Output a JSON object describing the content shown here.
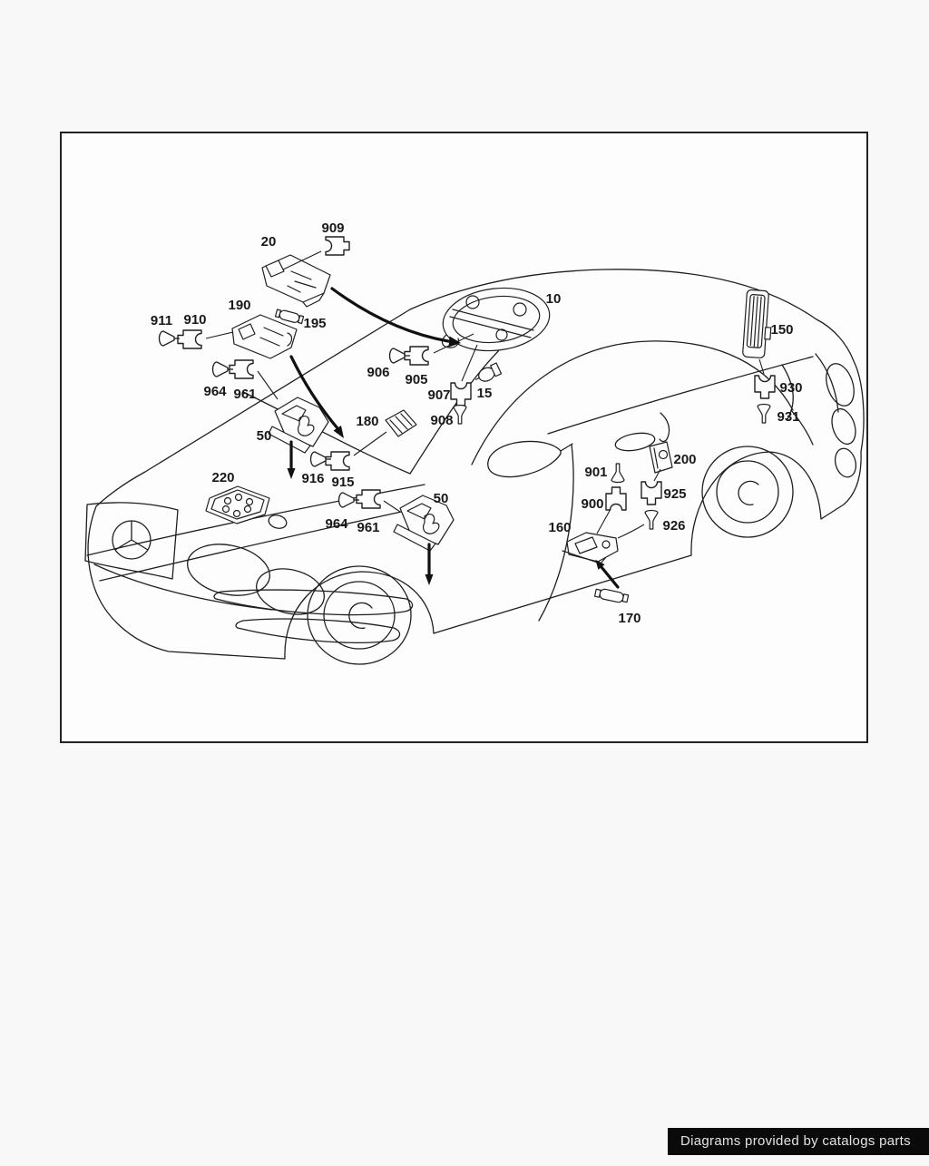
{
  "attribution": {
    "text": "Diagrams provided by catalogs parts"
  },
  "colors": {
    "line": "#1f1f1f",
    "page_bg": "#f8f8f8",
    "frame_bg": "#fdfdfd",
    "bar_bg": "#0a0a0a",
    "bar_text": "#e3e3e3"
  },
  "diagram": {
    "subject": "car-interior-lighting-parts-diagram",
    "callouts": [
      {
        "label": "20",
        "kind": "overhead-lamp-unit"
      },
      {
        "label": "909",
        "kind": "connector"
      },
      {
        "label": "10",
        "kind": "overhead-control-unit"
      },
      {
        "label": "190",
        "kind": "interior-lamp-unit"
      },
      {
        "label": "195",
        "kind": "festoon-bulb"
      },
      {
        "label": "911",
        "kind": "bulb"
      },
      {
        "label": "910",
        "kind": "connector"
      },
      {
        "label": "906",
        "kind": "bulb"
      },
      {
        "label": "905",
        "kind": "connector"
      },
      {
        "label": "964",
        "kind": "bulb"
      },
      {
        "label": "961",
        "kind": "connector"
      },
      {
        "label": "907",
        "kind": "connector"
      },
      {
        "label": "15",
        "kind": "bulb"
      },
      {
        "label": "908",
        "kind": "screw"
      },
      {
        "label": "150",
        "kind": "lamp-lens"
      },
      {
        "label": "930",
        "kind": "connector"
      },
      {
        "label": "931",
        "kind": "screw"
      },
      {
        "label": "50",
        "kind": "lamp-housing"
      },
      {
        "label": "180",
        "kind": "lamp-grille"
      },
      {
        "label": "916",
        "kind": "bulb"
      },
      {
        "label": "915",
        "kind": "connector"
      },
      {
        "label": "220",
        "kind": "switch-panel"
      },
      {
        "label": "964",
        "kind": "bulb"
      },
      {
        "label": "961",
        "kind": "connector"
      },
      {
        "label": "50",
        "kind": "lamp-housing"
      },
      {
        "label": "901",
        "kind": "screw"
      },
      {
        "label": "900",
        "kind": "connector"
      },
      {
        "label": "925",
        "kind": "connector"
      },
      {
        "label": "926",
        "kind": "screw"
      },
      {
        "label": "200",
        "kind": "bracket"
      },
      {
        "label": "160",
        "kind": "lamp-housing"
      },
      {
        "label": "170",
        "kind": "festoon-bulb"
      }
    ]
  }
}
